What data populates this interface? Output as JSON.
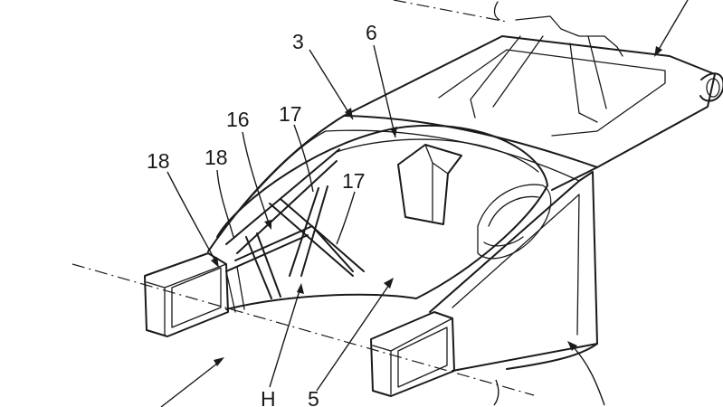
{
  "figure": {
    "labels": {
      "l3": "3",
      "l6": "6",
      "l16": "16",
      "l17a": "17",
      "l17b": "17",
      "l18a": "18",
      "l18b": "18",
      "lH": "H",
      "l5": "5"
    }
  }
}
